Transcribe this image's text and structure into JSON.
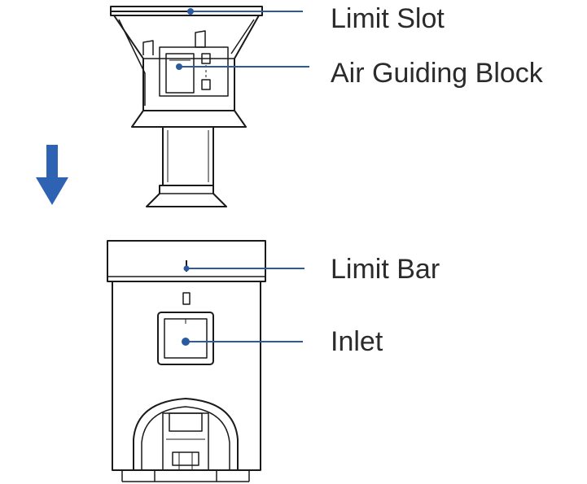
{
  "labels": {
    "limit_slot": "Limit Slot",
    "air_guiding_block": "Air Guiding Block",
    "limit_bar": "Limit Bar",
    "inlet": "Inlet"
  },
  "colors": {
    "callout": "#2a5aa0",
    "arrow": "#2e63b4",
    "outline": "#1a1a1a",
    "text": "#2b2b2b"
  },
  "icons": {
    "direction": "arrow-down-icon"
  }
}
